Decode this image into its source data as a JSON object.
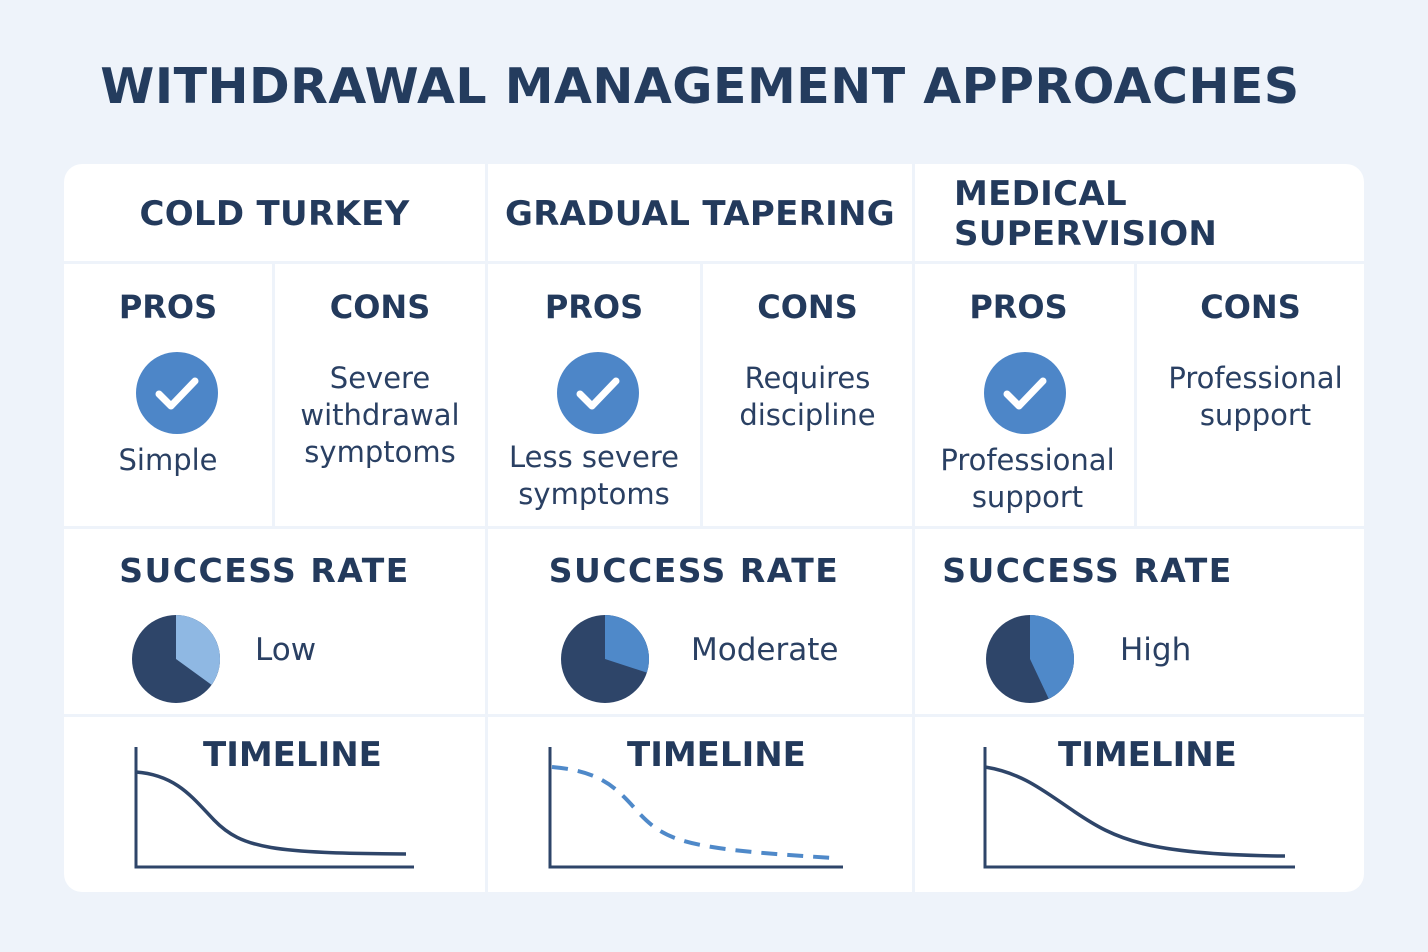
{
  "title": "WITHDRAWAL MANAGEMENT APPROACHES",
  "colors": {
    "accent": "#4d86c8",
    "dark": "#2e4569",
    "light_blue": "#8fb8e3",
    "mid_blue": "#4f89c9",
    "text": "#243c5e"
  },
  "icons": [
    "check-circle-icon"
  ],
  "approaches": [
    {
      "name": "COLD TURKEY",
      "pros_label": "PROS",
      "cons_label": "CONS",
      "pros_text": "Simple",
      "cons_text": "Severe\nwithdrawal\nsymptoms",
      "success_label": "SUCCESS RATE",
      "success_value": "Low",
      "success_fraction": 0.35,
      "timeline_label": "TIMELINE",
      "timeline_style": "solid"
    },
    {
      "name": "GRADUAL TAPERING",
      "pros_label": "PROS",
      "cons_label": "CONS",
      "pros_text": "Less severe\nsymptoms",
      "cons_text": "Requires\ndiscipline",
      "success_label": "SUCCESS RATE",
      "success_value": "Moderate",
      "success_fraction": 0.3,
      "timeline_label": "TIMELINE",
      "timeline_style": "dashed"
    },
    {
      "name": "MEDICAL SUPERVISION",
      "pros_label": "PROS",
      "cons_label": "CONS",
      "pros_text": "Professional\nsupport",
      "cons_text": "Professional\nsupport",
      "success_label": "SUCCESS RATE",
      "success_value": "High",
      "success_fraction": 0.43,
      "timeline_label": "TIMELINE",
      "timeline_style": "solid"
    }
  ]
}
